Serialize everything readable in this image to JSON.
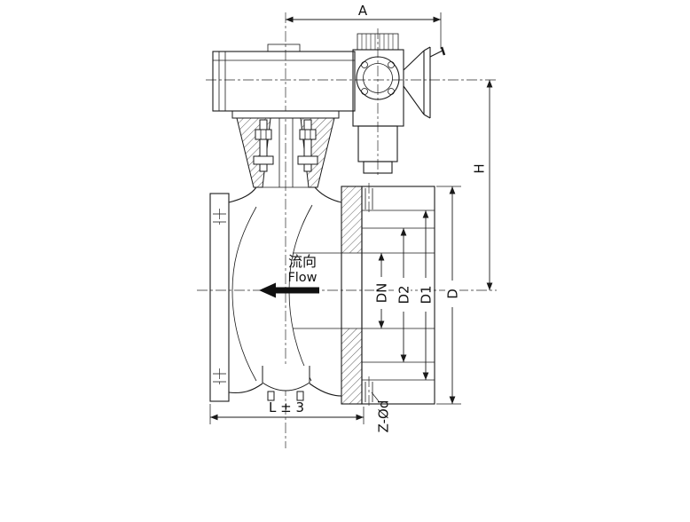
{
  "drawing": {
    "background": "#ffffff",
    "line_color": "#1a1a1a",
    "dim_labels": {
      "a": "A",
      "h": "H",
      "dn": "DN",
      "d2": "D2",
      "d1": "D1",
      "d": "D",
      "l_tol": "L ± 3",
      "z_bolt": "Z-Ød"
    },
    "flow": {
      "cn": "流向",
      "en": "Flow"
    }
  }
}
